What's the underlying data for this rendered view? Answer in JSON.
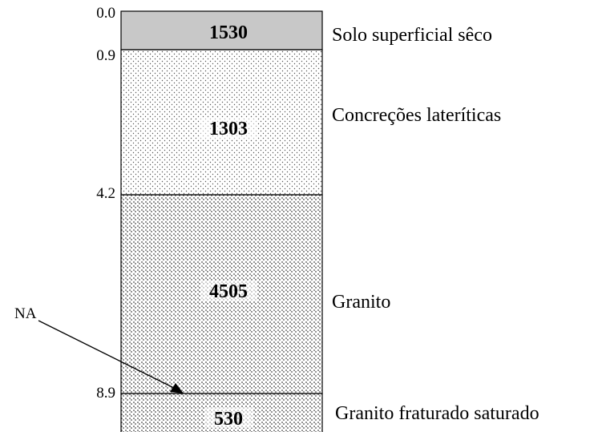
{
  "layers": [
    {
      "top_depth": "0.0",
      "velocity": "1530",
      "description": "Solo superficial sêco",
      "fill": "#c8c8c8",
      "pattern": "solid"
    },
    {
      "top_depth": "0.9",
      "velocity": "1303",
      "description": "Concreções lateríticas",
      "fill": "#ffffff",
      "pattern": "fine-dots"
    },
    {
      "top_depth": "4.2",
      "velocity": "4505",
      "description": "Granito",
      "fill": "#ffffff",
      "pattern": "coarse-dots"
    },
    {
      "top_depth": "8.9",
      "velocity": "530",
      "description": "Granito fraturado saturado",
      "fill": "#ffffff",
      "pattern": "coarse-dots"
    }
  ],
  "water_table": {
    "label": "NA"
  },
  "colors": {
    "line": "#000000",
    "dot": "#555555"
  }
}
